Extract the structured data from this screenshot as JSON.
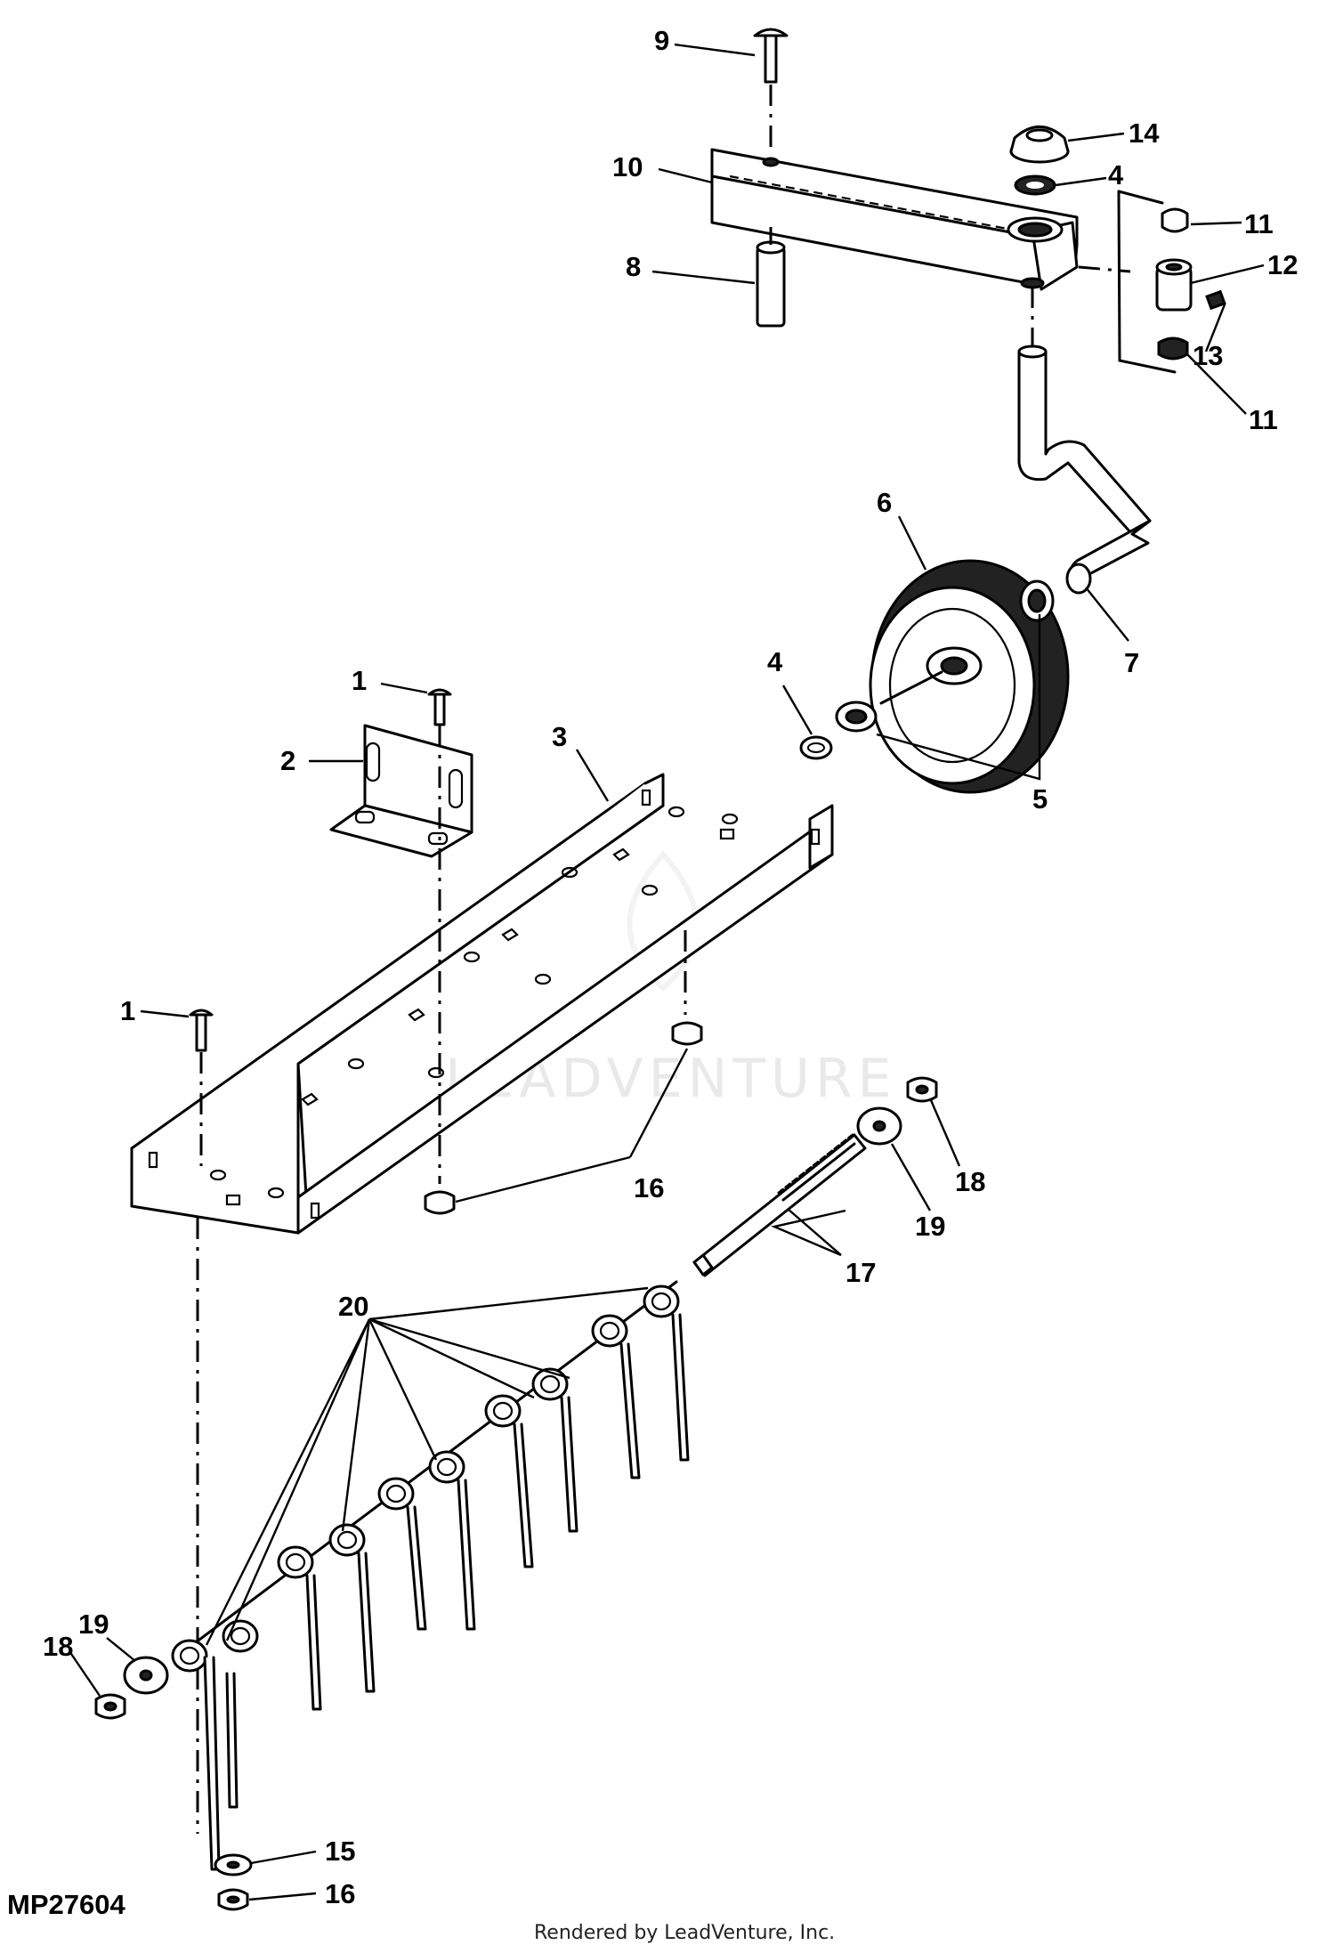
{
  "diagram": {
    "code": "MP27604",
    "watermark": "LEADVENTURE",
    "footer": "Rendered by LeadVenture, Inc.",
    "callouts": {
      "c1a": "1",
      "c1b": "1",
      "c2": "2",
      "c3": "3",
      "c4a": "4",
      "c4b": "4",
      "c5": "5",
      "c6": "6",
      "c7": "7",
      "c8": "8",
      "c9": "9",
      "c10": "10",
      "c11a": "11",
      "c11b": "11",
      "c12": "12",
      "c13": "13",
      "c14": "14",
      "c15": "15",
      "c16a": "16",
      "c16b": "16",
      "c17": "17",
      "c18a": "18",
      "c18b": "18",
      "c19a": "19",
      "c19b": "19",
      "c20": "20"
    }
  }
}
